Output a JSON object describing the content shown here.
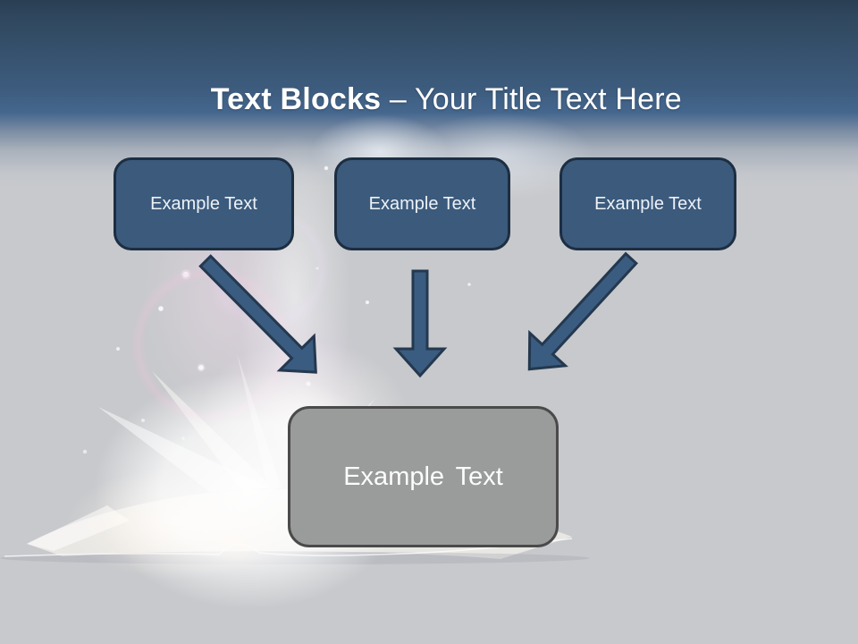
{
  "slide": {
    "title": {
      "bold": "Text Blocks",
      "rest": " – Your Title Text Here"
    },
    "blocks": [
      {
        "label": "Example Text"
      },
      {
        "label": "Example Text"
      },
      {
        "label": "Example Text"
      }
    ],
    "target": {
      "label": "Example Text"
    },
    "arrows": [
      {
        "name": "arrow-down-right",
        "from": "block-1",
        "to": "target"
      },
      {
        "name": "arrow-down",
        "from": "block-2",
        "to": "target"
      },
      {
        "name": "arrow-down-left",
        "from": "block-3",
        "to": "target"
      }
    ],
    "colors": {
      "header_top": "#2a3e53",
      "header_bottom": "#45678e",
      "body_background": "#c7c9cc",
      "block_fill": "#3b5a7c",
      "block_border": "#1d2e42",
      "block_text": "#edf2f8",
      "target_fill": "#9a9b9b",
      "target_border": "#4a4a4a",
      "target_text": "#fcfcfc",
      "arrow_fill": "#3a5c80",
      "arrow_border": "#24384f",
      "title_text": "#ffffff"
    },
    "background_image": "glowing-open-book"
  }
}
